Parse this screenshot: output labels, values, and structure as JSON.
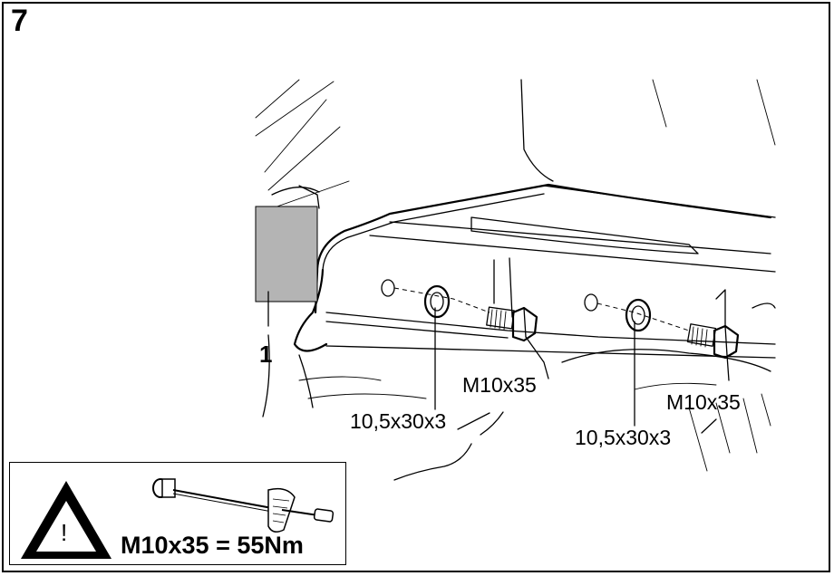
{
  "step_number": "7",
  "callouts": {
    "part_1": "1",
    "bolt_left": "M10x35",
    "washer_left": "10,5x30x3",
    "bolt_right": "M10x35",
    "washer_right": "10,5x30x3"
  },
  "warning": {
    "symbol": "!",
    "torque_text": "M10x35 = 55Nm"
  },
  "icons": {
    "warning": "warning-triangle-icon",
    "torque_wrench": "torque-wrench-icon"
  },
  "colors": {
    "highlight_part": "#b4b4b4",
    "line": "#000000"
  }
}
